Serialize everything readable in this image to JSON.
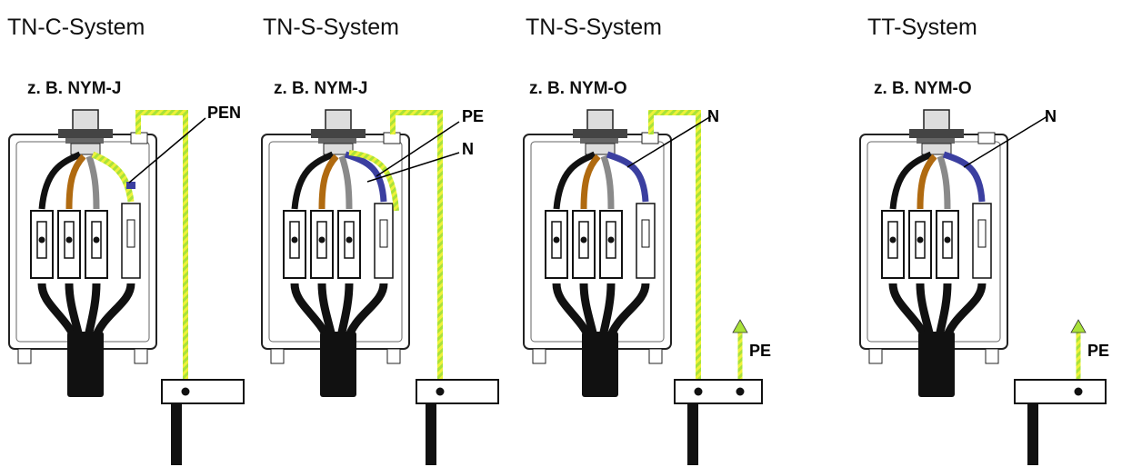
{
  "colors": {
    "pe_stripe_green": "#a9e23a",
    "pe_stripe_yellow": "#eef23a",
    "neutral_blue": "#3b3fa0",
    "brown": "#b06a10",
    "grey": "#8a8a8a",
    "black": "#111111",
    "housing_outline": "#222222"
  },
  "panels": [
    {
      "title": "TN-C-System",
      "cable_type": "z. B. NYM-J",
      "labels": [
        "PEN"
      ],
      "pe_arrow_label": ""
    },
    {
      "title": "TN-S-System",
      "cable_type": "z. B. NYM-J",
      "labels": [
        "PE",
        "N"
      ],
      "pe_arrow_label": ""
    },
    {
      "title": "TN-S-System",
      "cable_type": "z. B. NYM-O",
      "labels": [
        "N"
      ],
      "pe_arrow_label": "PE"
    },
    {
      "title": "TT-System",
      "cable_type": "z. B. NYM-O",
      "labels": [
        "N"
      ],
      "pe_arrow_label": "PE"
    }
  ]
}
